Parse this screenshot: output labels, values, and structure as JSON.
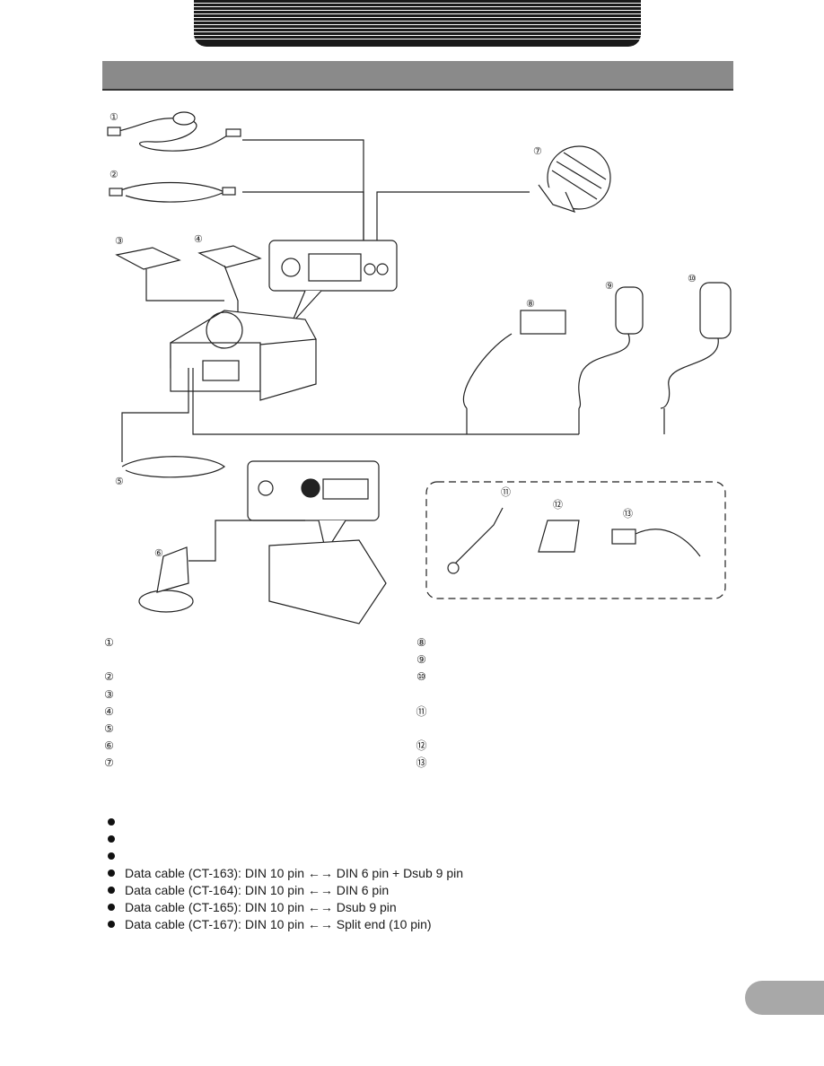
{
  "figure": {
    "callout_numbers": [
      "①",
      "②",
      "③",
      "④",
      "⑤",
      "⑥",
      "⑦",
      "⑧",
      "⑨",
      "⑩",
      "⑪",
      "⑫",
      "⑬"
    ]
  },
  "legend": {
    "left": [
      "①",
      "",
      "②",
      "③",
      "④",
      "⑤",
      "⑥",
      "⑦"
    ],
    "right": [
      "⑧",
      "⑨",
      "⑩",
      "",
      "⑪",
      "",
      "⑫",
      "⑬"
    ]
  },
  "data_cables": [
    "Data cable (CT-163): DIN 10 pin ←→ DIN 6 pin + Dsub 9 pin",
    "Data cable (CT-164): DIN 10 pin ←→ DIN 6 pin",
    "Data cable (CT-165): DIN 10 pin ←→ Dsub 9 pin",
    "Data cable (CT-167): DIN 10 pin ←→ Split end (10 pin)"
  ]
}
